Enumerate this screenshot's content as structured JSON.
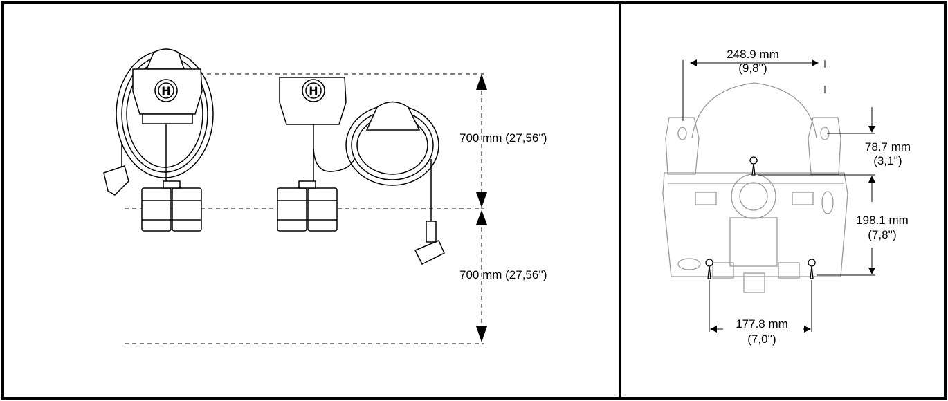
{
  "left_panel": {
    "height_upper": "700 mm (27,56'')",
    "height_lower": "700 mm (27,56'')"
  },
  "right_panel": {
    "top_width_mm": "248.9 mm",
    "top_width_in": "(9,8'')",
    "offset_mm": "78.7 mm",
    "offset_in": "(3,1'')",
    "vertical_mm": "198.1 mm",
    "vertical_in": "(7,8'')",
    "bottom_width_mm": "177.8 mm",
    "bottom_width_in": "(7,0'')"
  }
}
